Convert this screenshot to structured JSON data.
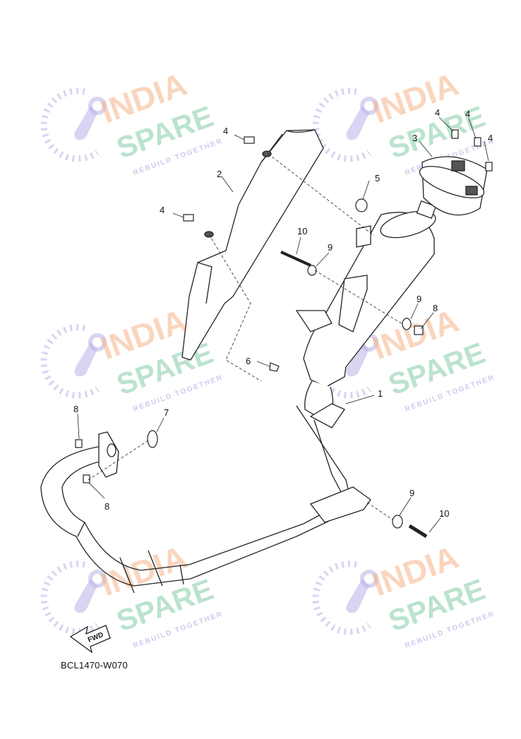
{
  "diagram": {
    "part_code": "BCL1470-W070",
    "fwd_label": "FWD",
    "callouts": {
      "c1": "1",
      "c2": "2",
      "c3": "3",
      "c4a": "4",
      "c4b": "4",
      "c4c": "4",
      "c4d": "4",
      "c4e": "4",
      "c5": "5",
      "c6": "6",
      "c7": "7",
      "c8a": "8",
      "c8b": "8",
      "c8c": "8",
      "c9a": "9",
      "c9b": "9",
      "c9c": "9",
      "c10a": "10",
      "c10b": "10"
    }
  },
  "watermark": {
    "line1": "INDIA",
    "line2": "SPARE",
    "tagline": "REBUILD TOGETHER",
    "colors": {
      "india": "#f6b48a",
      "spare": "#8fd1ae",
      "logo": "#b6b3e6"
    }
  }
}
